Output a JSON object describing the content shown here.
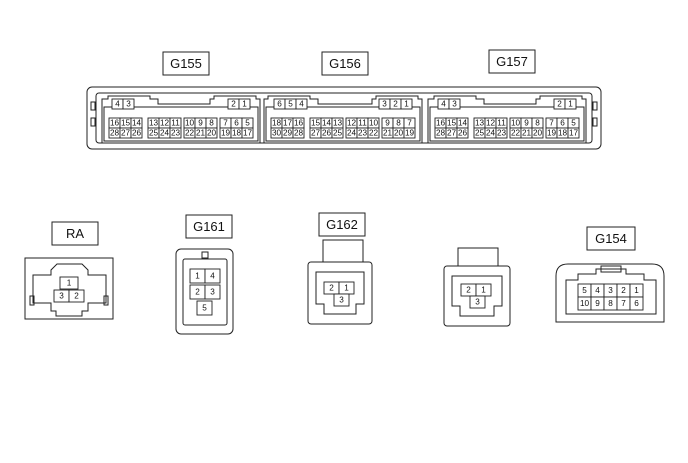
{
  "connectors": {
    "g155": {
      "label": "G155",
      "top_left": [
        "4",
        "3"
      ],
      "top_right": [
        "2",
        "1"
      ],
      "row1": [
        "16",
        "15",
        "14",
        "13",
        "12",
        "11",
        "10",
        "9",
        "8",
        "7",
        "6",
        "5"
      ],
      "row2": [
        "28",
        "27",
        "26",
        "25",
        "24",
        "23",
        "22",
        "21",
        "20",
        "19",
        "18",
        "17"
      ]
    },
    "g156": {
      "label": "G156",
      "top_left": [
        "6",
        "5",
        "4"
      ],
      "top_right": [
        "3",
        "2",
        "1"
      ],
      "row1": [
        "18",
        "17",
        "16",
        "15",
        "14",
        "13",
        "12",
        "11",
        "10",
        "9",
        "8",
        "7"
      ],
      "row2": [
        "30",
        "29",
        "28",
        "27",
        "26",
        "25",
        "24",
        "23",
        "22",
        "21",
        "20",
        "19"
      ]
    },
    "g157": {
      "label": "G157",
      "top_left": [
        "4",
        "3"
      ],
      "top_right": [
        "2",
        "1"
      ],
      "row1": [
        "16",
        "15",
        "14",
        "13",
        "12",
        "11",
        "10",
        "9",
        "8",
        "7",
        "6",
        "5"
      ],
      "row2": [
        "28",
        "27",
        "26",
        "25",
        "24",
        "23",
        "22",
        "21",
        "20",
        "19",
        "18",
        "17"
      ]
    },
    "ra": {
      "label": "RA",
      "pins": [
        "1",
        "3",
        "2"
      ]
    },
    "g161": {
      "label": "G161",
      "pins": [
        "1",
        "4",
        "2",
        "3",
        "5"
      ]
    },
    "g162": {
      "label": "G162",
      "pins": [
        "2",
        "1",
        "3"
      ]
    },
    "unnamed": {
      "pins": [
        "2",
        "1",
        "3"
      ]
    },
    "g154": {
      "label": "G154",
      "row1": [
        "5",
        "4",
        "3",
        "2",
        "1"
      ],
      "row2": [
        "10",
        "9",
        "8",
        "7",
        "6"
      ]
    }
  }
}
